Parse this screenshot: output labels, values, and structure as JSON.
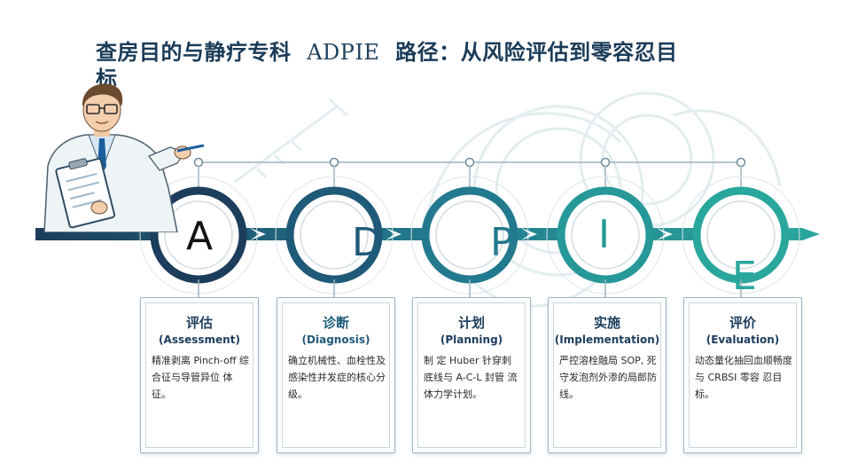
{
  "title": {
    "part1": "查房目的与静疗专科",
    "acronym": "ADPIE",
    "part2": "路径：从风险评估到零容忍目",
    "part3": "标"
  },
  "steps": [
    {
      "letter": "A",
      "cn": "评估",
      "en": "(Assessment)",
      "desc": "精准剥离 Pinch-off 综合征与导管异位 体征。",
      "color": "#1c3d5c"
    },
    {
      "letter": "D",
      "cn": "诊断",
      "en": "(Diagnosis)",
      "desc": "确立机械性、血栓性及感染性并发症的核心分级。",
      "color": "#1f5a78"
    },
    {
      "letter": "P",
      "cn": "计划",
      "en": "(Planning)",
      "desc": "制 定 Huber 针穿刺 底线与 A-C-L 封管 流体力学计划。",
      "color": "#237a8e"
    },
    {
      "letter": "I",
      "cn": "实施",
      "en": "(Implementation)",
      "desc": "严控溶栓融局 SOP, 死守发泡剂外渗的局郎防线。",
      "color": "#279898"
    },
    {
      "letter": "E",
      "cn": "评价",
      "en": "(Evaluation)",
      "desc": "动态量化抽回血顺畅度与 CRBSI 零容 忍目标。",
      "color": "#2aa79d"
    }
  ],
  "colors": {
    "navy": "#1c3d5c",
    "teal": "#2aa79d",
    "title": "#1a3b57"
  }
}
